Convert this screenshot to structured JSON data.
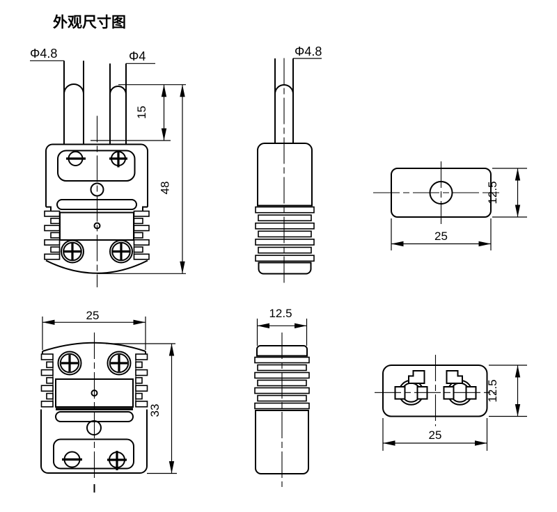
{
  "title": "外观尺寸图",
  "colors": {
    "line": "#000000",
    "background": "#ffffff"
  },
  "views": {
    "plug_front": {
      "label_pin_left": "Φ4.8",
      "label_pin_right": "Φ4",
      "dim_pin_length": "15",
      "dim_overall_height": "48"
    },
    "plug_side": {
      "label_pin": "Φ4.8"
    },
    "plug_top": {
      "dim_width": "25",
      "dim_depth": "12.5"
    },
    "socket_front": {
      "dim_width": "25",
      "dim_height": "33"
    },
    "socket_side": {
      "dim_depth": "12.5"
    },
    "socket_face": {
      "dim_width": "25",
      "dim_depth": "12.5"
    }
  }
}
